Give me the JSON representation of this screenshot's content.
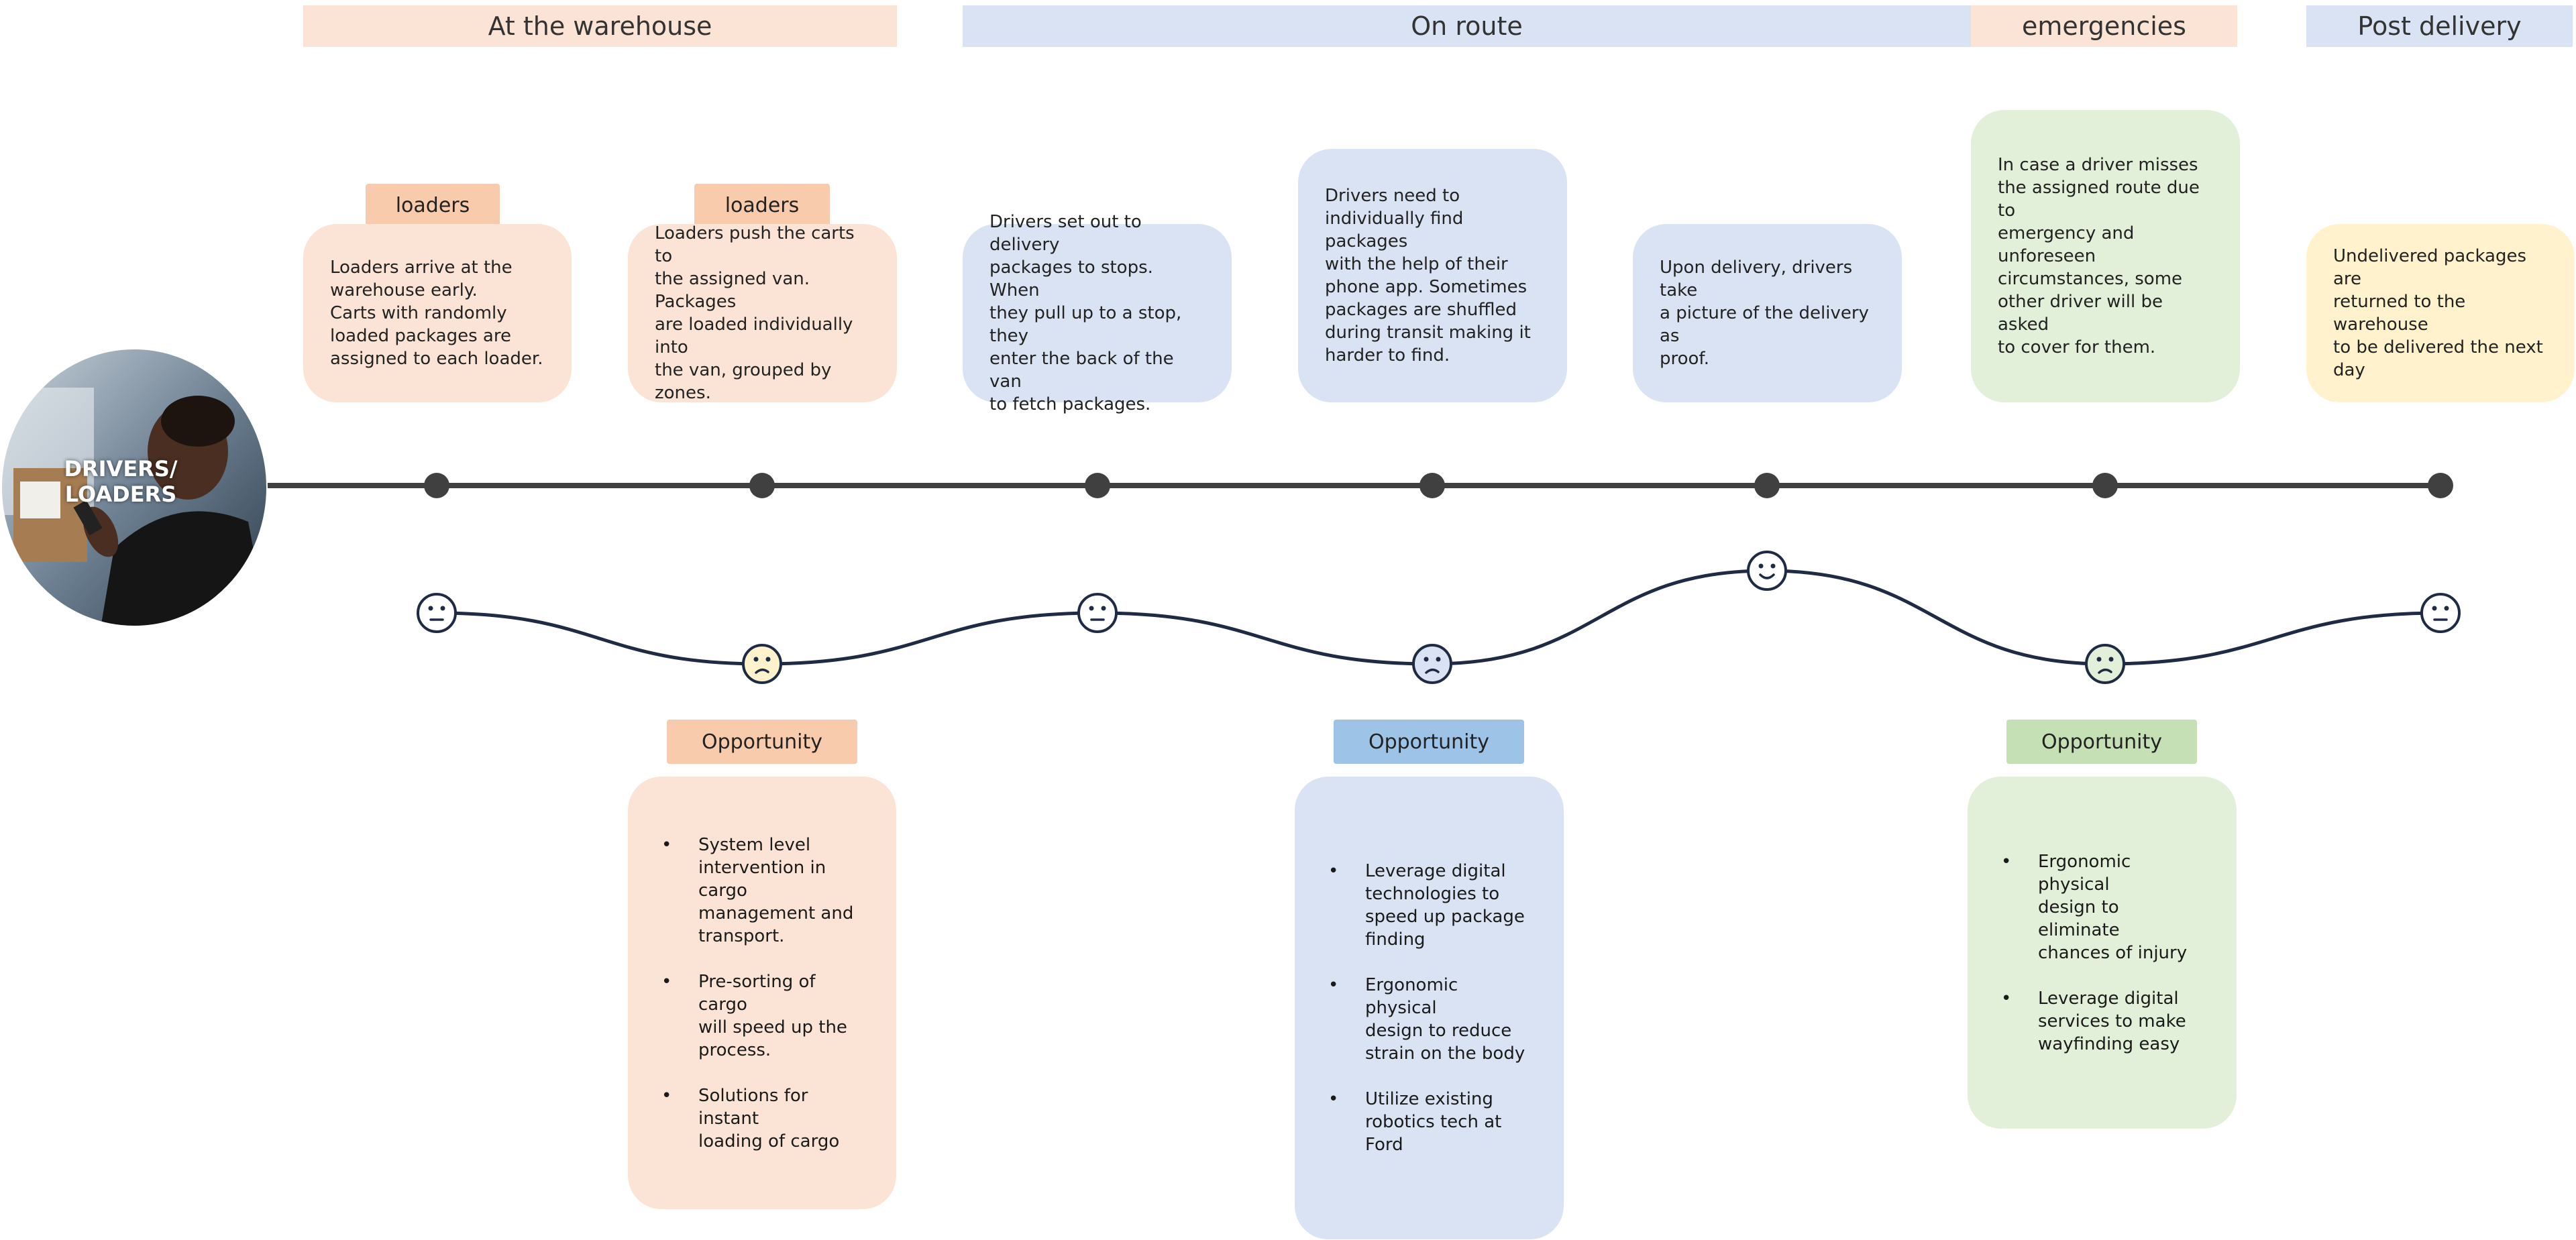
{
  "colors": {
    "peach": "#fbe4d6",
    "blue": "#dae3f3",
    "green": "#e2efd9",
    "yellow": "#fff2cc",
    "tag_peach": "#f8cbad",
    "tag_blue": "#9dc3e6",
    "tag_green": "#c5e0b4",
    "timeline": "#404040",
    "curve": "#1f2a44"
  },
  "persona": {
    "label": "DRIVERS/\nLOADERS"
  },
  "phases": {
    "warehouse": "At the warehouse",
    "on_route": "On route",
    "emergencies": "emergencies",
    "post_delivery": "Post delivery"
  },
  "role_tags": {
    "tag1": "loaders",
    "tag2": "loaders"
  },
  "steps": {
    "s1": "Loaders arrive at the\nwarehouse early.\nCarts with randomly\nloaded packages are\nassigned to each loader.",
    "s2": "Loaders push the carts to\nthe assigned van. Packages\nare loaded individually into\nthe van, grouped by zones.",
    "s3": "Drivers set out to delivery\npackages to stops. When\nthey pull up to a stop, they\nenter the back of the van\nto fetch packages.",
    "s4": "Drivers need to\nindividually find packages\nwith the help of their\nphone app. Sometimes\npackages are shuffled\nduring transit making it\nharder to find.",
    "s5": "Upon delivery, drivers take\na picture of the delivery as\nproof.",
    "s6": "In case a driver misses\nthe assigned route due to\nemergency and\nunforeseen\ncircumstances, some\nother driver will be asked\nto cover for them.",
    "s7": "Undelivered packages are\nreturned to the warehouse\nto be delivered the next\nday"
  },
  "emotions": [
    "neutral",
    "sad",
    "neutral",
    "sad",
    "happy",
    "sad",
    "neutral"
  ],
  "opportunities": {
    "o1": {
      "label": "Opportunity",
      "items": [
        "System level\nintervention in cargo\nmanagement and\ntransport.",
        "Pre-sorting of cargo\nwill speed up the\nprocess.",
        "Solutions for instant\nloading of cargo"
      ]
    },
    "o2": {
      "label": "Opportunity",
      "items": [
        "Leverage digital\ntechnologies to\nspeed up package\nfinding",
        "Ergonomic physical\ndesign to reduce\nstrain on the body",
        "Utilize existing\nrobotics tech at Ford"
      ]
    },
    "o3": {
      "label": "Opportunity",
      "items": [
        "Ergonomic physical\ndesign to eliminate\nchances of injury",
        "Leverage digital\nservices to make\nwayfinding easy"
      ]
    }
  }
}
